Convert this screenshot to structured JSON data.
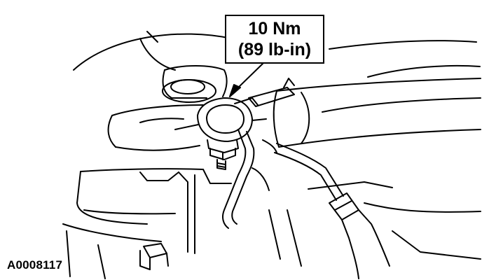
{
  "callout": {
    "torque_metric": "10 Nm",
    "torque_imperial": "(89 lb-in)"
  },
  "figure_id": "A0008117",
  "colors": {
    "line": "#000000",
    "background": "#ffffff"
  }
}
